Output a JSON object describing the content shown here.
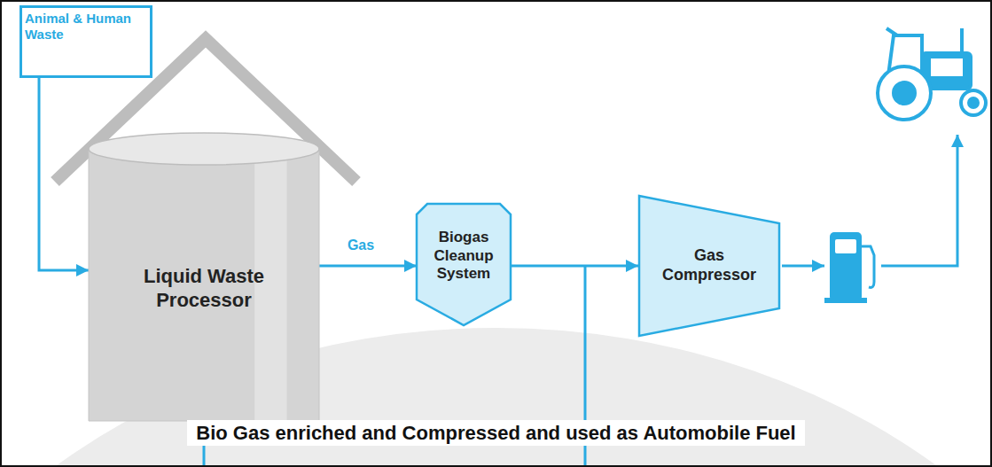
{
  "diagram": {
    "caption": "Bio Gas enriched and Compressed and used as Automobile Fuel",
    "nodes": [
      {
        "text": [
          "Animal & Human Waste"
        ]
      },
      {
        "text": [
          "Liquid Waste Processor"
        ]
      },
      {
        "text": [
          "Biogas Cleanup System"
        ]
      },
      {
        "text": [
          "Gas Compressor"
        ]
      }
    ],
    "edges": [
      {
        "from": 0,
        "to": 1,
        "arrow": "to"
      },
      {
        "from": 1,
        "to": 2,
        "label": "Gas",
        "arrow": "to"
      },
      {
        "from": 2,
        "to": 3,
        "arrow": "to"
      }
    ]
  }
}
